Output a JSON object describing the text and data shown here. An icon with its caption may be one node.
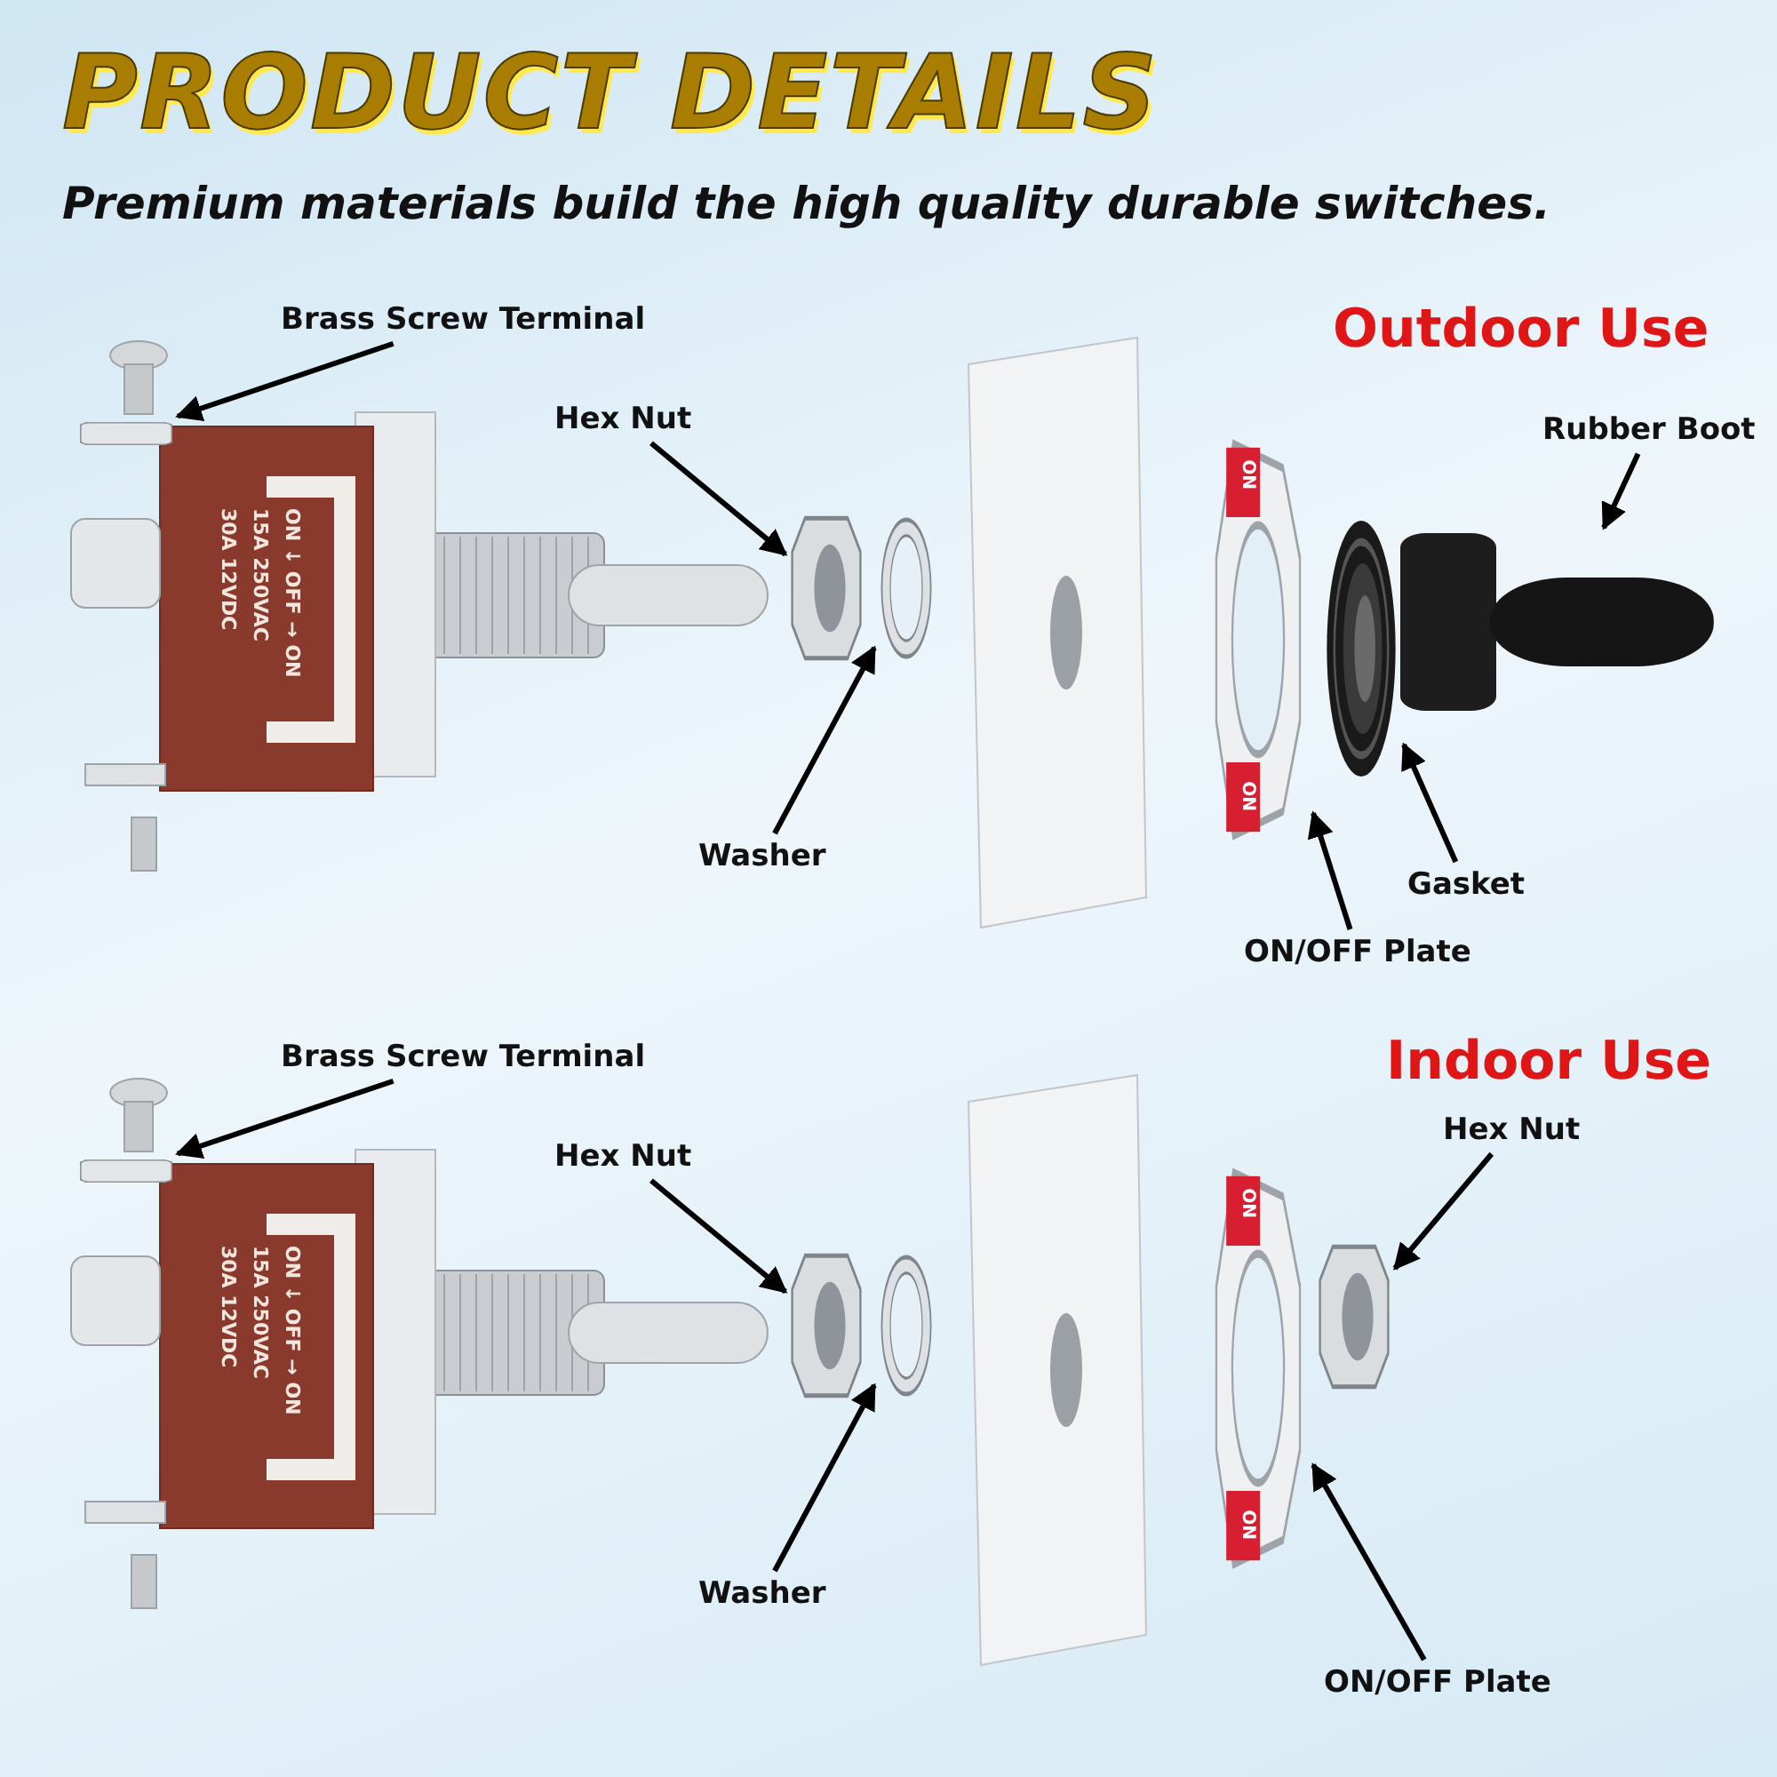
{
  "diagram": {
    "title": "PRODUCT DETAILS",
    "nodes": [
      {
        "text": [
          "Brass Screw Terminal"
        ]
      },
      {
        "text": [],
        "shape": "picture"
      },
      {
        "text": [
          "Hex Nut"
        ]
      },
      {
        "text": [],
        "shape": "picture"
      },
      {
        "text": [
          "Washer"
        ]
      },
      {
        "text": [],
        "shape": "picture"
      },
      {
        "text": [
          "Rubber Boot"
        ]
      },
      {
        "text": [],
        "shape": "picture"
      },
      {
        "text": [
          "Gasket"
        ]
      },
      {
        "text": [],
        "shape": "picture"
      },
      {
        "text": [
          "ON/OFF Plate"
        ]
      },
      {
        "text": [],
        "shape": "picture"
      },
      {
        "text": [
          "Brass Screw Terminal"
        ]
      },
      {
        "text": [],
        "shape": "picture"
      },
      {
        "text": [
          "Hex Nut"
        ]
      },
      {
        "text": [],
        "shape": "picture"
      },
      {
        "text": [
          "Washer"
        ]
      },
      {
        "text": [],
        "shape": "picture"
      },
      {
        "text": [
          "Hex Nut"
        ]
      },
      {
        "text": [],
        "shape": "picture"
      },
      {
        "text": [
          "ON/OFF Plate"
        ]
      },
      {
        "text": [],
        "shape": "picture"
      }
    ],
    "edges": [
      {
        "from": 0,
        "to": 1,
        "arrow": "to"
      },
      {
        "from": 2,
        "to": 3,
        "arrow": "to"
      },
      {
        "from": 4,
        "to": 5,
        "arrow": "to"
      },
      {
        "from": 6,
        "to": 7,
        "arrow": "to"
      },
      {
        "from": 8,
        "to": 9,
        "arrow": "to"
      },
      {
        "from": 10,
        "to": 11,
        "arrow": "to"
      },
      {
        "from": 12,
        "to": 13,
        "arrow": "to"
      },
      {
        "from": 14,
        "to": 15,
        "arrow": "to"
      },
      {
        "from": 16,
        "to": 17,
        "arrow": "to"
      },
      {
        "from": 18,
        "to": 19,
        "arrow": "to"
      },
      {
        "from": 20,
        "to": 21,
        "arrow": "to"
      }
    ],
    "labels": [
      "Premium materials build the high quality durable switches.",
      "Outdoor Use",
      "ON ↓ OFF → ON",
      "15A 250VAC",
      "30A 12VDC",
      "ON",
      "ON",
      "Indoor Use",
      "ON ↓ OFF → ON",
      "15A 250VAC",
      "30A 12VDC",
      "ON",
      "ON"
    ]
  }
}
